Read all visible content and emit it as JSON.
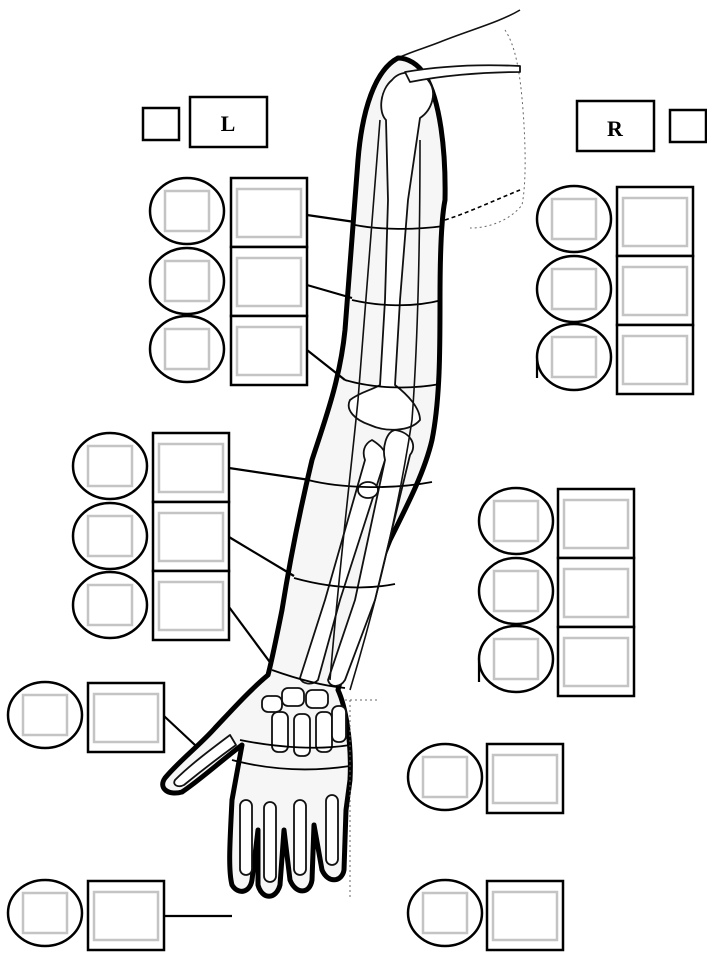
{
  "labels": {
    "left": "L",
    "right": "R"
  },
  "colors": {
    "outline": "#000000",
    "inner_box": "#c4c4c4",
    "skin": "#f6f6f6",
    "background": "#ffffff"
  },
  "entry_fields": {
    "left_upper_arm_count": 3,
    "left_forearm_count": 3,
    "left_hand_count": 2,
    "right_upper_arm_count": 3,
    "right_forearm_count": 3,
    "right_hand_count": 2
  }
}
